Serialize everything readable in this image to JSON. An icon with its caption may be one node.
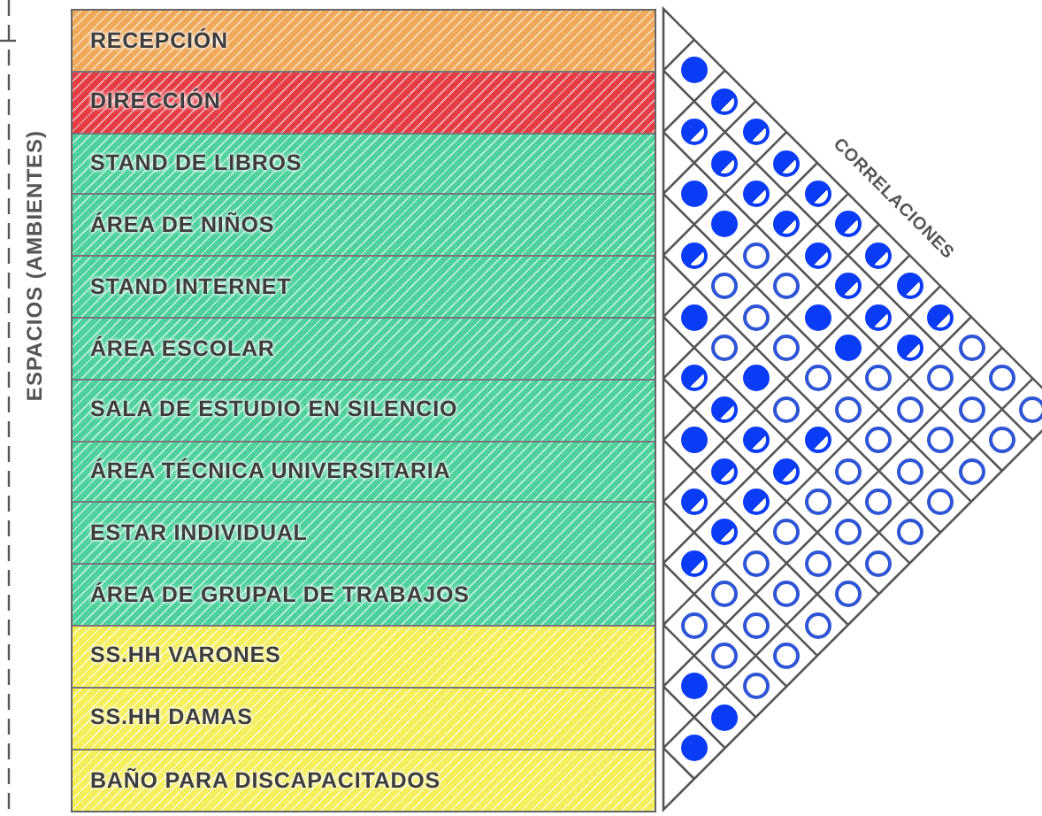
{
  "diagram": {
    "nodes": [
      {
        "text": [
          "RECEPCIÓN"
        ]
      },
      {
        "text": [
          "DIRECCIÓN"
        ]
      },
      {
        "text": [
          "STAND DE LIBROS"
        ]
      },
      {
        "text": [
          "ÁREA DE NIÑOS"
        ]
      },
      {
        "text": [
          "STAND INTERNET"
        ]
      },
      {
        "text": [
          "ÁREA ESCOLAR"
        ]
      },
      {
        "text": [
          "SALA DE ESTUDIO EN SILENCIO"
        ]
      },
      {
        "text": [
          "ÁREA TÉCNICA UNIVERSITARIA"
        ]
      },
      {
        "text": [
          "ESTAR INDIVIDUAL"
        ]
      },
      {
        "text": [
          "ÁREA DE GRUPAL DE TRABAJOS"
        ]
      },
      {
        "text": [
          "SS.HH VARONES"
        ]
      },
      {
        "text": [
          "SS.HH DAMAS"
        ]
      },
      {
        "text": [
          "BAÑO PARA DISCAPACITADOS"
        ]
      },
      {
        "text": [],
        "shape": "dot"
      },
      {
        "text": [],
        "shape": "half-dot"
      },
      {
        "text": [],
        "shape": "half-dot"
      },
      {
        "text": [],
        "shape": "half-dot"
      },
      {
        "text": [],
        "shape": "half-dot"
      },
      {
        "text": [],
        "shape": "half-dot"
      },
      {
        "text": [],
        "shape": "dot"
      },
      {
        "text": [],
        "shape": "half-dot"
      },
      {
        "text": [],
        "shape": "half-dot"
      },
      {
        "text": [],
        "shape": "dot"
      },
      {
        "text": [],
        "shape": "half-dot"
      },
      {
        "text": [],
        "shape": "half-dot"
      },
      {
        "text": [],
        "shape": "half-dot"
      },
      {
        "text": [],
        "shape": "circle"
      },
      {
        "text": [],
        "shape": "half-dot"
      },
      {
        "text": [],
        "shape": "half-dot"
      },
      {
        "text": [],
        "shape": "circle"
      },
      {
        "text": [],
        "shape": "circle"
      },
      {
        "text": [],
        "shape": "half-dot"
      },
      {
        "text": [],
        "shape": "half-dot"
      },
      {
        "text": [],
        "shape": "dot"
      },
      {
        "text": [],
        "shape": "circle"
      },
      {
        "text": [],
        "shape": "dot"
      },
      {
        "text": [],
        "shape": "half-dot"
      },
      {
        "text": [],
        "shape": "half-dot"
      },
      {
        "text": [],
        "shape": "circle"
      },
      {
        "text": [],
        "shape": "circle"
      },
      {
        "text": [],
        "shape": "dot"
      },
      {
        "text": [],
        "shape": "half-dot"
      },
      {
        "text": [],
        "shape": "circle"
      },
      {
        "text": [],
        "shape": "half-dot"
      },
      {
        "text": [],
        "shape": "dot"
      },
      {
        "text": [],
        "shape": "circle"
      },
      {
        "text": [],
        "shape": "circle"
      },
      {
        "text": [],
        "shape": "circle"
      },
      {
        "text": [],
        "shape": "circle"
      },
      {
        "text": [],
        "shape": "half-dot"
      },
      {
        "text": [],
        "shape": "circle"
      },
      {
        "text": [],
        "shape": "circle"
      },
      {
        "text": [],
        "shape": "circle"
      },
      {
        "text": [],
        "shape": "circle"
      },
      {
        "text": [],
        "shape": "circle"
      },
      {
        "text": [],
        "shape": "dot"
      },
      {
        "text": [],
        "shape": "half-dot"
      },
      {
        "text": [],
        "shape": "half-dot"
      },
      {
        "text": [],
        "shape": "circle"
      },
      {
        "text": [],
        "shape": "circle"
      },
      {
        "text": [],
        "shape": "circle"
      },
      {
        "text": [],
        "shape": "half-dot"
      },
      {
        "text": [],
        "shape": "half-dot"
      },
      {
        "text": [],
        "shape": "circle"
      },
      {
        "text": [],
        "shape": "circle"
      },
      {
        "text": [],
        "shape": "circle"
      },
      {
        "text": [],
        "shape": "half-dot"
      },
      {
        "text": [],
        "shape": "half-dot"
      },
      {
        "text": [],
        "shape": "circle"
      },
      {
        "text": [],
        "shape": "circle"
      },
      {
        "text": [],
        "shape": "circle"
      },
      {
        "text": [],
        "shape": "half-dot"
      },
      {
        "text": [],
        "shape": "circle"
      },
      {
        "text": [],
        "shape": "circle"
      },
      {
        "text": [],
        "shape": "circle"
      },
      {
        "text": [],
        "shape": "half-dot"
      },
      {
        "text": [],
        "shape": "circle"
      },
      {
        "text": [],
        "shape": "circle"
      },
      {
        "text": [],
        "shape": "circle"
      },
      {
        "text": [],
        "shape": "circle"
      },
      {
        "text": [],
        "shape": "circle"
      },
      {
        "text": [],
        "shape": "circle"
      },
      {
        "text": [],
        "shape": "circle"
      },
      {
        "text": [],
        "shape": "circle"
      },
      {
        "text": [],
        "shape": "circle"
      },
      {
        "text": [],
        "shape": "circle"
      },
      {
        "text": [],
        "shape": "circle"
      },
      {
        "text": [],
        "shape": "dot"
      },
      {
        "text": [],
        "shape": "circle"
      },
      {
        "text": [],
        "shape": "dot"
      },
      {
        "text": [],
        "shape": "dot"
      }
    ],
    "labels": [
      "ESPACIOS (AMBIENTES)",
      "CORRELACIONES"
    ]
  }
}
